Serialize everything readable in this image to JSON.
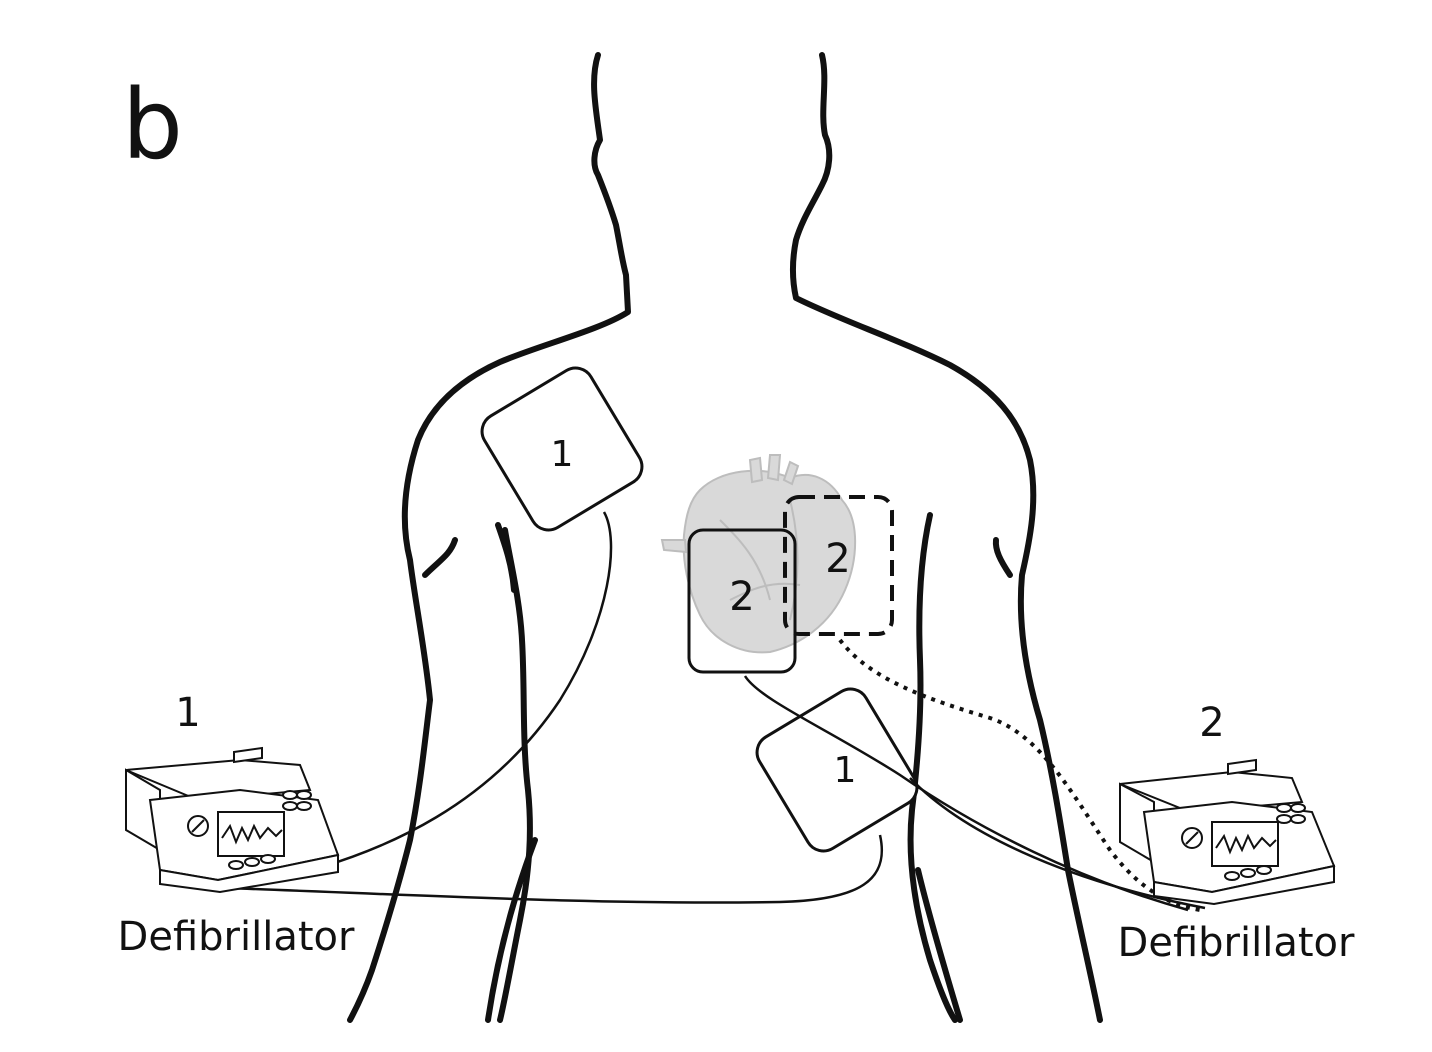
{
  "panel_label": "b",
  "pads": {
    "config1_upper": "1",
    "config1_lower": "1",
    "config2_front": "2",
    "config2_back": "2"
  },
  "devices": {
    "left": {
      "number": "1",
      "caption": "Defibrillator"
    },
    "right": {
      "number": "2",
      "caption": "Defibrillator"
    }
  },
  "colors": {
    "outline": "#111111",
    "heart_fill": "#d9d9d9",
    "heart_stroke": "#bdbdbd"
  }
}
